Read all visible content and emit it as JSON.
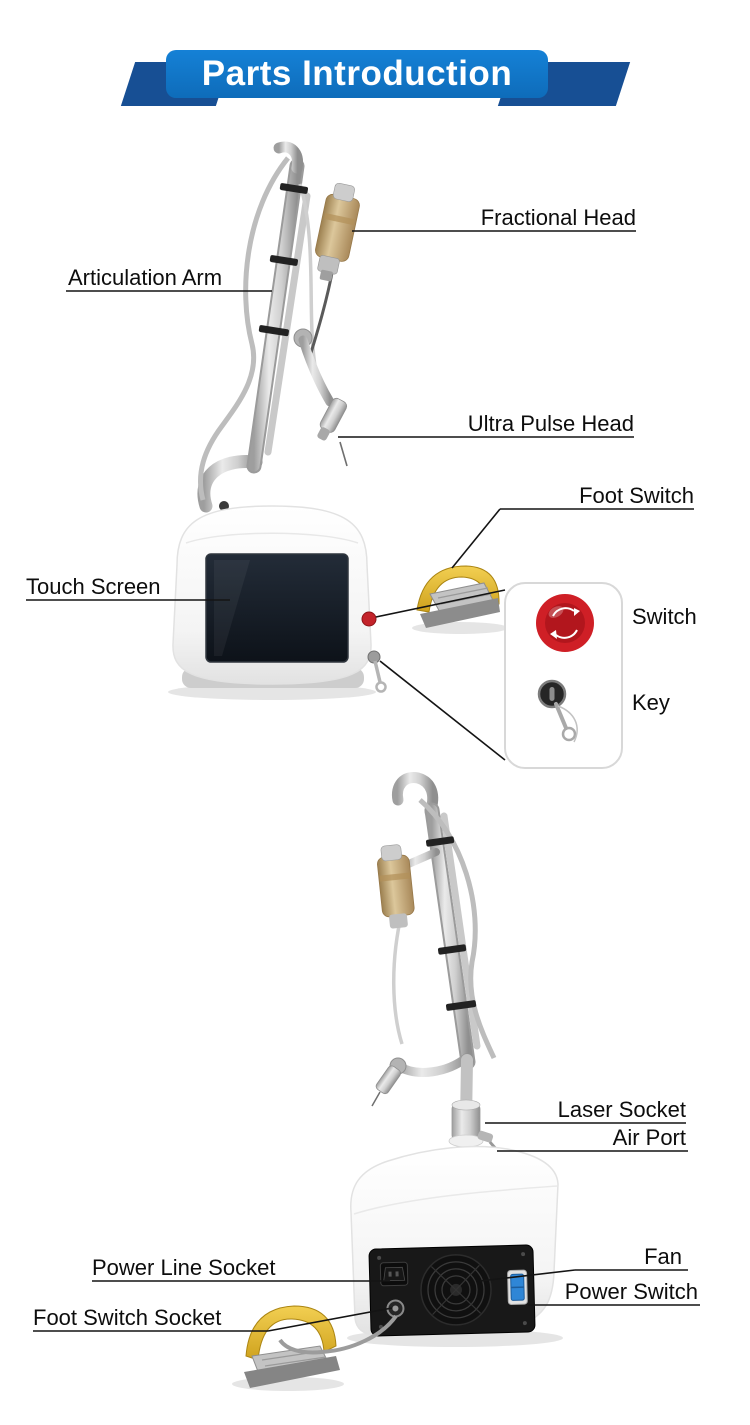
{
  "header": {
    "title": "Parts Introduction"
  },
  "figure_front": {
    "labels": {
      "fractional_head": "Fractional Head",
      "articulation_arm": "Articulation Arm",
      "ultra_pulse_head": "Ultra Pulse Head",
      "foot_switch": "Foot Switch",
      "touch_screen": "Touch Screen",
      "switch": "Switch",
      "key": "Key"
    }
  },
  "figure_back": {
    "labels": {
      "laser_socket": "Laser Socket",
      "air_port": "Air Port",
      "power_line_socket": "Power Line Socket",
      "fan": "Fan",
      "power_switch": "Power Switch",
      "foot_switch_socket": "Foot Switch Socket"
    }
  },
  "colors": {
    "banner_blue": "#1581d6",
    "banner_dark_blue": "#174f94",
    "label_text": "#0d0d0d",
    "line_color": "#141414",
    "emergency_red": "#cf1f26",
    "pedal_yellow": "#e8bc2e",
    "head_gold": "#c8a96e",
    "screen_dark": "#141b24"
  }
}
